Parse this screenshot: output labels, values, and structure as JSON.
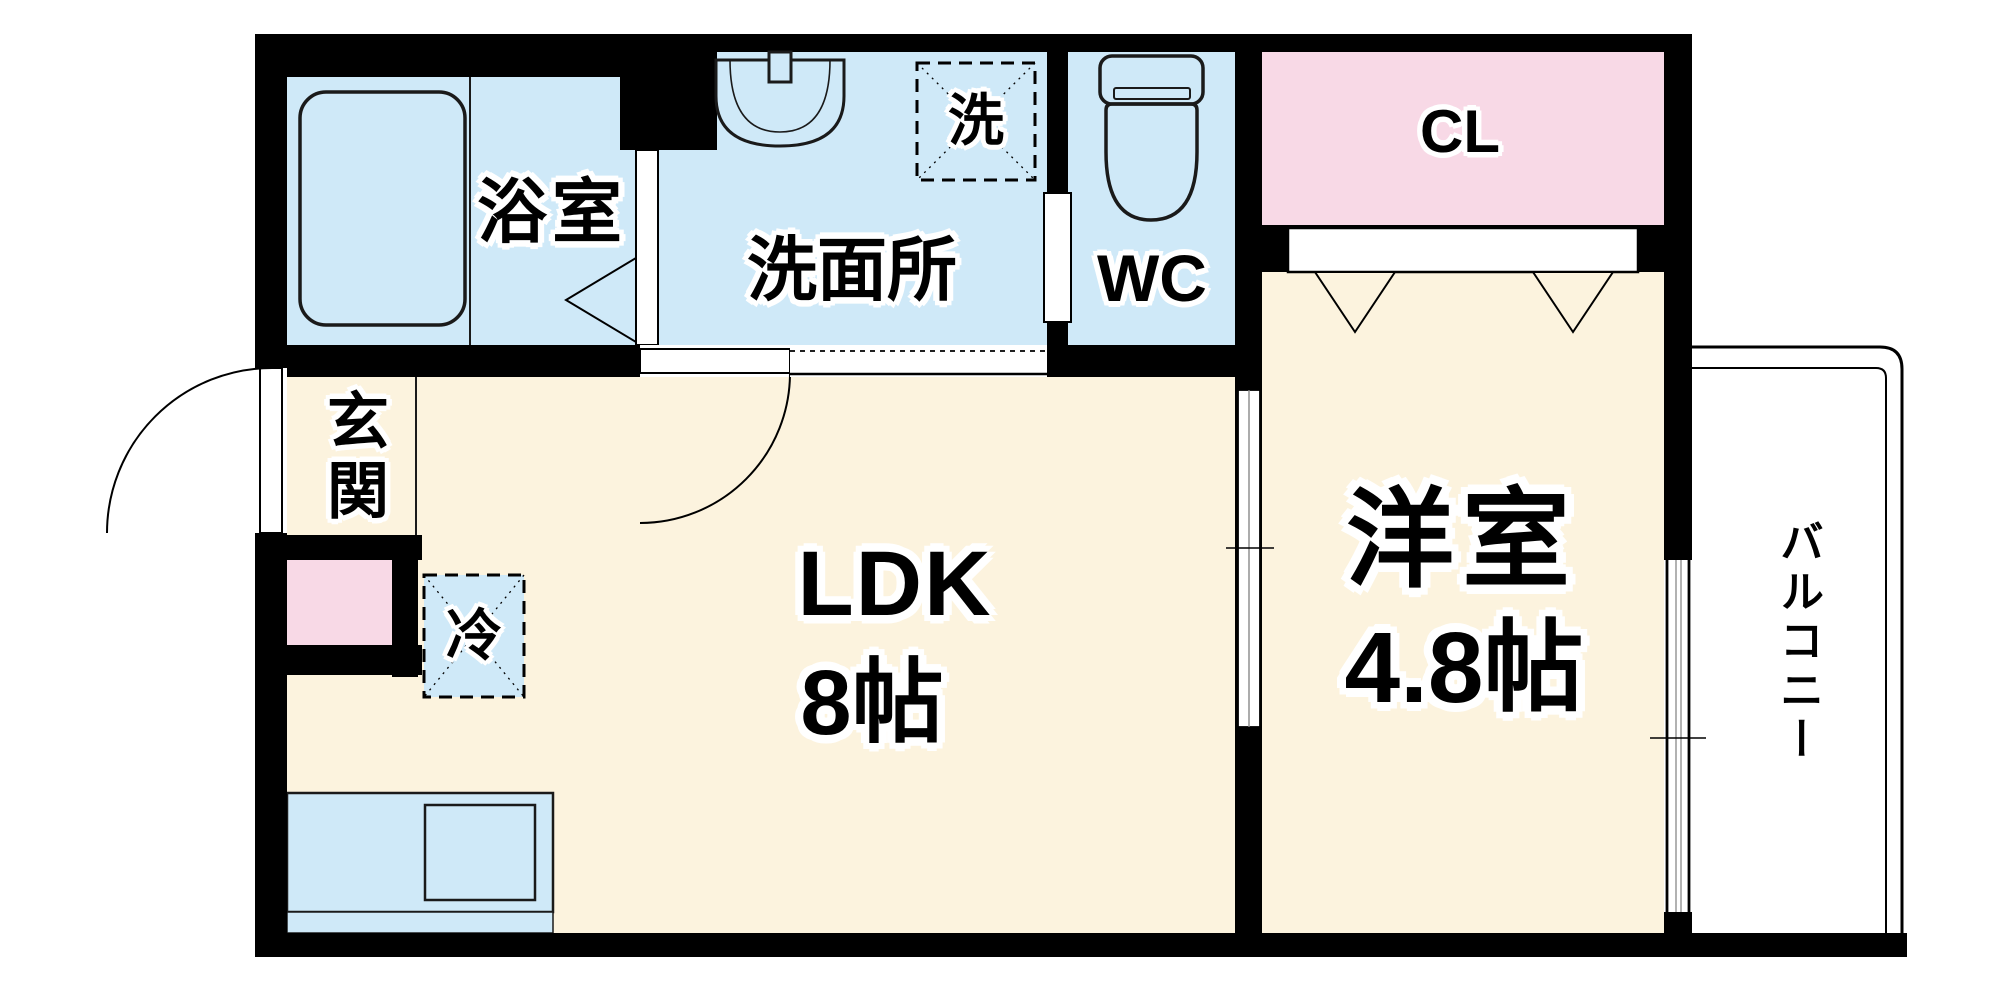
{
  "plan": {
    "rooms": {
      "bath": {
        "label": "浴室"
      },
      "washroom": {
        "label": "洗面所"
      },
      "toilet_room": {
        "label": "WC"
      },
      "closet": {
        "label": "CL"
      },
      "ldk": {
        "label": "LDK",
        "size": "8帖"
      },
      "western_room": {
        "label": "洋室",
        "size": "4.8帖"
      },
      "entrance": {
        "label": "玄関"
      },
      "balcony": {
        "label": "バルコニー"
      }
    },
    "fixtures": {
      "washing_machine": {
        "label": "洗"
      },
      "refrigerator": {
        "label": "冷"
      }
    },
    "colors": {
      "wall": "#000000",
      "wet_area": "#cfe9f8",
      "living_area": "#fcf3de",
      "closet_pink": "#f8d9e6",
      "line": "#1a1a1a",
      "background": "#ffffff"
    }
  }
}
